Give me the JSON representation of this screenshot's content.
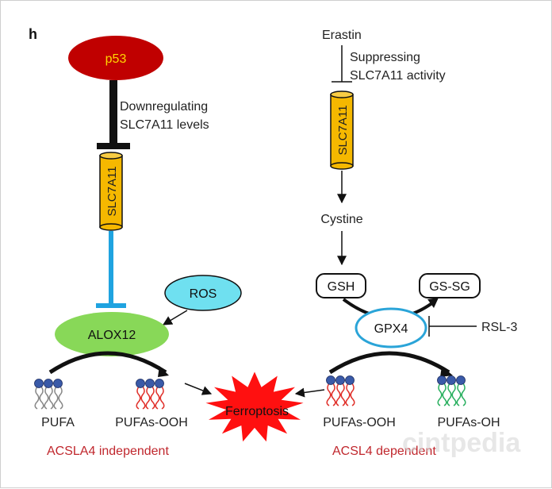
{
  "panel_label": "h",
  "left_pathway": {
    "regulator": "p53",
    "regulator_note_line1": "Downregulating",
    "regulator_note_line2": "SLC7A11 levels",
    "transporter": "SLC7A11",
    "ros": "ROS",
    "enzyme": "ALOX12",
    "substrate": "PUFA",
    "product": "PUFAs-OOH",
    "dependency": "ACSLA4 independent"
  },
  "right_pathway": {
    "inducer": "Erastin",
    "inducer_note_line1": "Suppressing",
    "inducer_note_line2": "SLC7A11 activity",
    "transporter": "SLC7A11",
    "cystine": "Cystine",
    "gsh": "GSH",
    "gssg": "GS-SG",
    "enzyme": "GPX4",
    "inhibitor": "RSL-3",
    "substrate": "PUFAs-OOH",
    "product": "PUFAs-OH",
    "dependency": "ACSL4 dependent"
  },
  "center": {
    "outcome": "Ferroptosis"
  },
  "watermark": "cintpedia",
  "colors": {
    "p53_fill": "#c00000",
    "p53_text": "#ffd700",
    "transporter_fill": "#f5b800",
    "transporter_blue_line": "#1fa3e0",
    "ros_fill": "#6fe0f0",
    "alox12_fill": "#88d858",
    "gpx4_ring": "#2aa4d8",
    "ferroptosis_fill": "#ff1010",
    "dependency_text": "#c0272d",
    "lipid_head": "#3a5aa8",
    "lipid_tail_gray": "#888888",
    "lipid_tail_red": "#e0302a",
    "lipid_tail_green": "#2ab060"
  }
}
